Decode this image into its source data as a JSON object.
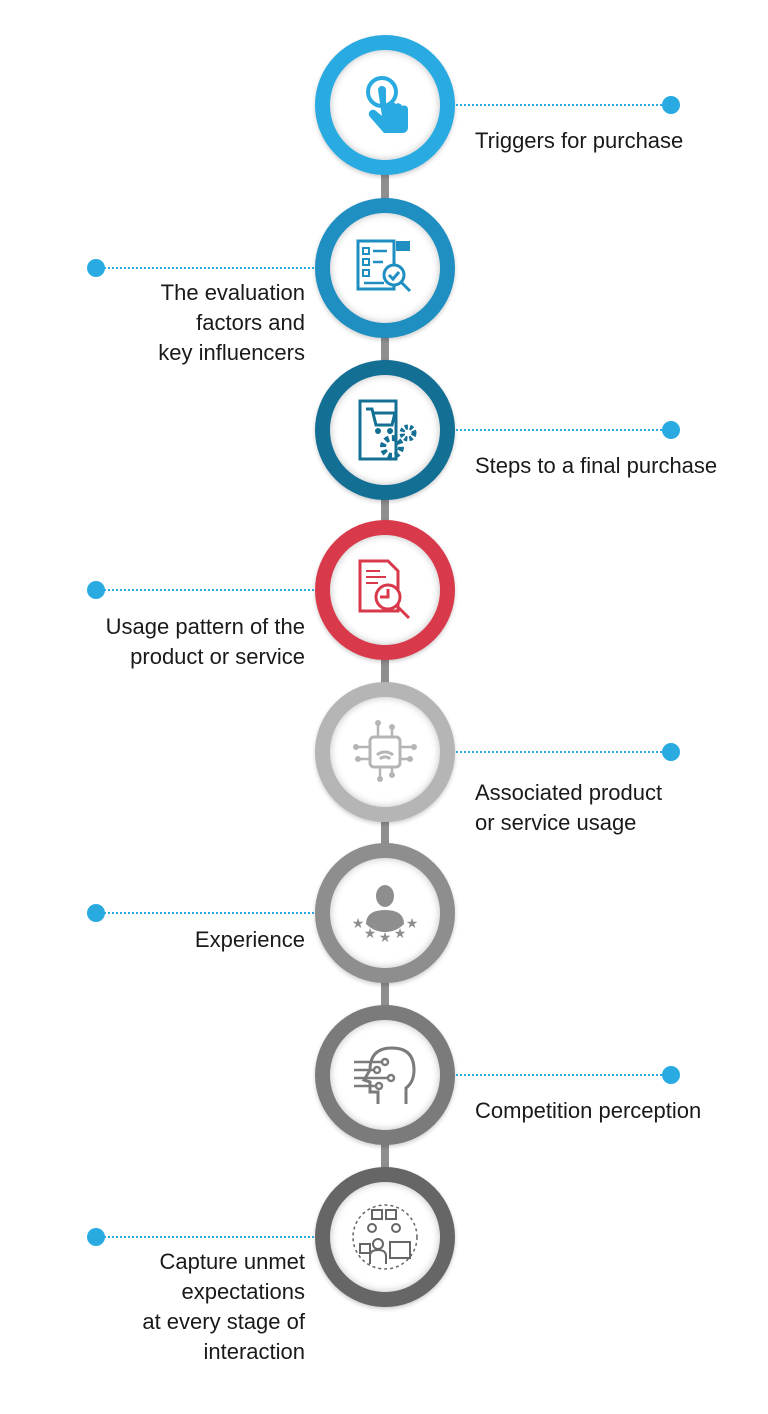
{
  "colors": {
    "connector": "#29abe2",
    "spine": "#8f8f8f"
  },
  "steps": [
    {
      "side": "right",
      "ring": "#29abe2",
      "icon": "hand-touch-icon",
      "lines": [
        "Triggers for purchase"
      ]
    },
    {
      "side": "left",
      "ring": "#1e8fc0",
      "icon": "checklist-magnifier-icon",
      "lines": [
        "The evaluation",
        "factors and",
        "key influencers"
      ]
    },
    {
      "side": "right",
      "ring": "#146f95",
      "icon": "cart-gears-icon",
      "lines": [
        "Steps to a final purchase"
      ]
    },
    {
      "side": "left",
      "ring": "#d93a4b",
      "icon": "document-search-icon",
      "lines": [
        "Usage pattern of the",
        "product or service"
      ]
    },
    {
      "side": "right",
      "ring": "#b5b5b5",
      "icon": "circuit-chip-icon",
      "lines": [
        "Associated product",
        "or service usage"
      ]
    },
    {
      "side": "left",
      "ring": "#8e8e8e",
      "icon": "person-rating-icon",
      "lines": [
        "Experience"
      ]
    },
    {
      "side": "right",
      "ring": "#7b7b7b",
      "icon": "head-circuit-icon",
      "lines": [
        "Competition perception"
      ]
    },
    {
      "side": "left",
      "ring": "#666666",
      "icon": "people-conversation-icon",
      "lines": [
        "Capture unmet",
        "expectations",
        "at every stage of",
        "interaction"
      ]
    }
  ]
}
